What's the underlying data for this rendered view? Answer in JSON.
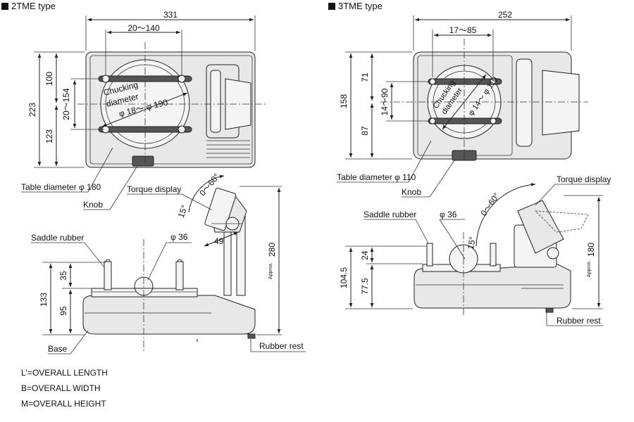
{
  "left": {
    "title": "2TME type",
    "dims": {
      "overall_length": "331",
      "hole_span": "20～140",
      "height_223": "223",
      "upper_100": "100",
      "lower_123": "123",
      "side_span": "20～154",
      "height_280": "280",
      "height_133": "133",
      "upper_35": "35",
      "lower_95": "95",
      "dim_49": "49",
      "angle_15": "15°",
      "angle_range": "0～60°",
      "phi_36": "φ 36"
    },
    "labels": {
      "chucking_line1": "Chucking",
      "chucking_line2": "diameter",
      "chucking_range": "φ 18～ φ 190",
      "table_diameter": "Table diameter φ 180",
      "knob": "Knob",
      "torque_display": "Torque display",
      "saddle_rubber": "Saddle rubber",
      "base": "Base",
      "rubber_rest": "Rubber rest",
      "approx": "Approx."
    }
  },
  "right": {
    "title": "3TME type",
    "dims": {
      "overall_length": "252",
      "hole_span": "17～85",
      "height_158": "158",
      "upper_71": "71",
      "lower_87": "87",
      "side_span": "14～90",
      "height_180": "180",
      "height_104": "104.5",
      "height_77": "77.5",
      "dim_24": "24",
      "angle_15": "15°",
      "angle_range": "0～60°",
      "phi_36": "φ 36"
    },
    "labels": {
      "chucking_line1": "Chucking",
      "chucking_line2": "diameter",
      "chucking_range": "φ 14～ φ 110",
      "table_diameter": "Table diameter φ 110",
      "knob": "Knob",
      "torque_display": "Torque display",
      "saddle_rubber": "Saddle rubber",
      "rubber_rest": "Rubber rest",
      "approx": "Approx."
    }
  },
  "legend": {
    "length": "L'=OVERALL LENGTH",
    "width": "B=OVERALL WIDTH",
    "height": "M=OVERALL HEIGHT"
  }
}
